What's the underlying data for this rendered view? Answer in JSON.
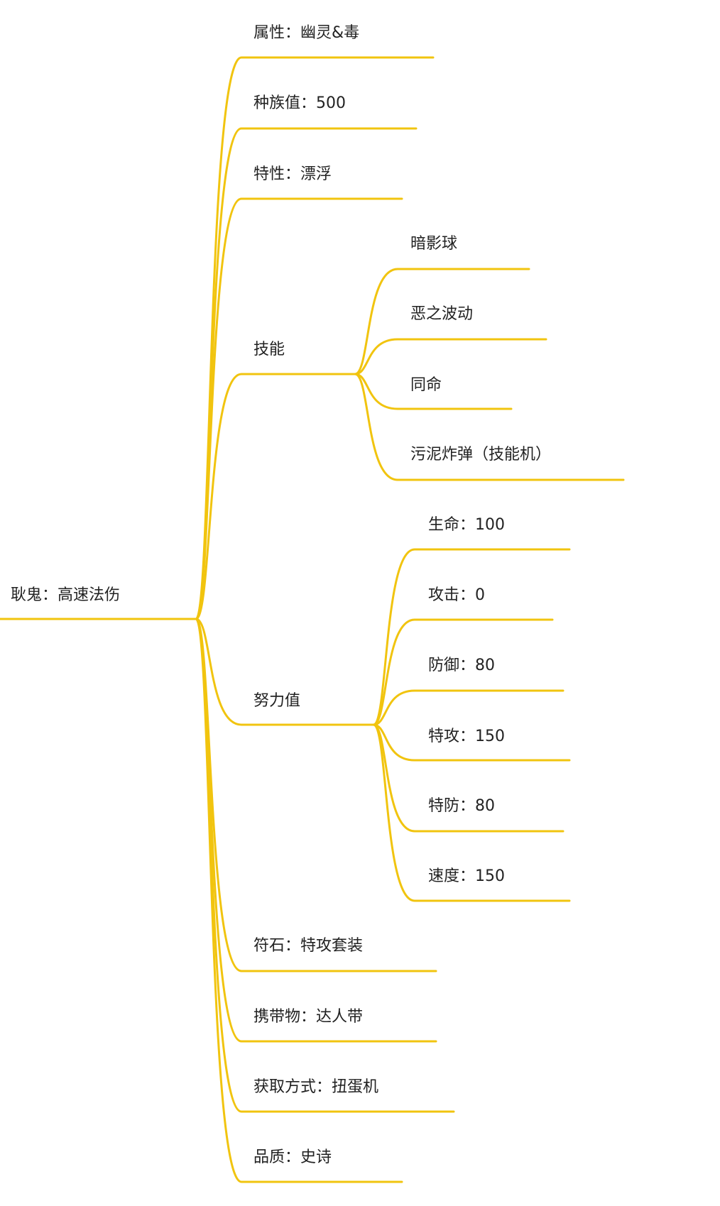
{
  "line_color": "#f1c40f",
  "root": {
    "label": "耿鬼：高速法伤"
  },
  "branches": [
    {
      "label": "属性：幽灵&毒"
    },
    {
      "label": "种族值：500"
    },
    {
      "label": "特性：漂浮"
    },
    {
      "label": "技能",
      "children": [
        {
          "label": "暗影球"
        },
        {
          "label": "恶之波动"
        },
        {
          "label": "同命"
        },
        {
          "label": "污泥炸弹（技能机）"
        }
      ]
    },
    {
      "label": "努力值",
      "children": [
        {
          "label": "生命：100"
        },
        {
          "label": "攻击：0"
        },
        {
          "label": "防御：80"
        },
        {
          "label": "特攻：150"
        },
        {
          "label": "特防：80"
        },
        {
          "label": "速度：150"
        }
      ]
    },
    {
      "label": "符石：特攻套装"
    },
    {
      "label": "携带物：达人带"
    },
    {
      "label": "获取方式：扭蛋机"
    },
    {
      "label": "品质：史诗"
    }
  ]
}
